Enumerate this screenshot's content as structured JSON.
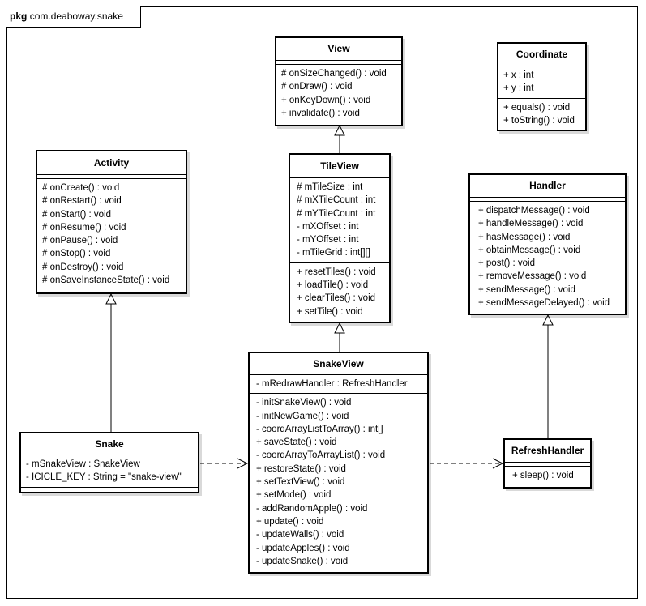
{
  "package": {
    "keyword": "pkg",
    "name": "com.deaboway.snake"
  },
  "classes": {
    "view": {
      "name": "View",
      "attributes": [],
      "operations": [
        "# onSizeChanged() : void",
        "# onDraw() : void",
        "+ onKeyDown() : void",
        "+ invalidate() : void"
      ]
    },
    "coordinate": {
      "name": "Coordinate",
      "attributes": [
        "+ x : int",
        "+ y : int"
      ],
      "operations": [
        "+ equals() : void",
        "+ toString() : void"
      ]
    },
    "activity": {
      "name": "Activity",
      "attributes": [],
      "operations": [
        "# onCreate() : void",
        "# onRestart() : void",
        "# onStart() : void",
        "# onResume() : void",
        "# onPause() : void",
        "# onStop() : void",
        "# onDestroy() : void",
        "# onSaveInstanceState() : void"
      ]
    },
    "tileview": {
      "name": "TileView",
      "attributes": [
        "# mTileSize : int",
        "# mXTileCount : int",
        "# mYTileCount : int",
        "- mXOffset : int",
        "- mYOffset : int",
        "- mTileGrid : int[][]"
      ],
      "operations": [
        "+ resetTiles() : void",
        "+ loadTile() : void",
        "+ clearTiles() : void",
        "+ setTile() : void"
      ]
    },
    "handler": {
      "name": "Handler",
      "attributes": [],
      "operations": [
        "+ dispatchMessage() : void",
        "+ handleMessage() : void",
        "+ hasMessage() : void",
        "+ obtainMessage() : void",
        "+ post() : void",
        "+ removeMessage() : void",
        "+ sendMessage() : void",
        "+ sendMessageDelayed() : void"
      ]
    },
    "snakeview": {
      "name": "SnakeView",
      "attributes": [
        "- mRedrawHandler : RefreshHandler"
      ],
      "operations": [
        "- initSnakeView() : void",
        "- initNewGame() : void",
        "- coordArrayListToArray() : int[]",
        "+ saveState() : void",
        "- coordArrayToArrayList() : void",
        "+ restoreState() : void",
        "+ setTextView() : void",
        "+ setMode() : void",
        "- addRandomApple() : void",
        "+ update() : void",
        "- updateWalls() : void",
        "- updateApples() : void",
        "- updateSnake() : void"
      ]
    },
    "snake": {
      "name": "Snake",
      "attributes": [
        "- mSnakeView : SnakeView",
        "- ICICLE_KEY : String = \"snake-view\""
      ],
      "operations": []
    },
    "refreshhandler": {
      "name": "RefreshHandler",
      "attributes": [],
      "operations": [
        "+ sleep() : void"
      ]
    }
  },
  "relations": [
    {
      "type": "generalization",
      "from": "TileView",
      "to": "View"
    },
    {
      "type": "generalization",
      "from": "SnakeView",
      "to": "TileView"
    },
    {
      "type": "generalization",
      "from": "Snake",
      "to": "Activity"
    },
    {
      "type": "generalization",
      "from": "RefreshHandler",
      "to": "Handler"
    },
    {
      "type": "dependency",
      "from": "Snake",
      "to": "SnakeView"
    },
    {
      "type": "dependency",
      "from": "SnakeView",
      "to": "RefreshHandler"
    }
  ]
}
